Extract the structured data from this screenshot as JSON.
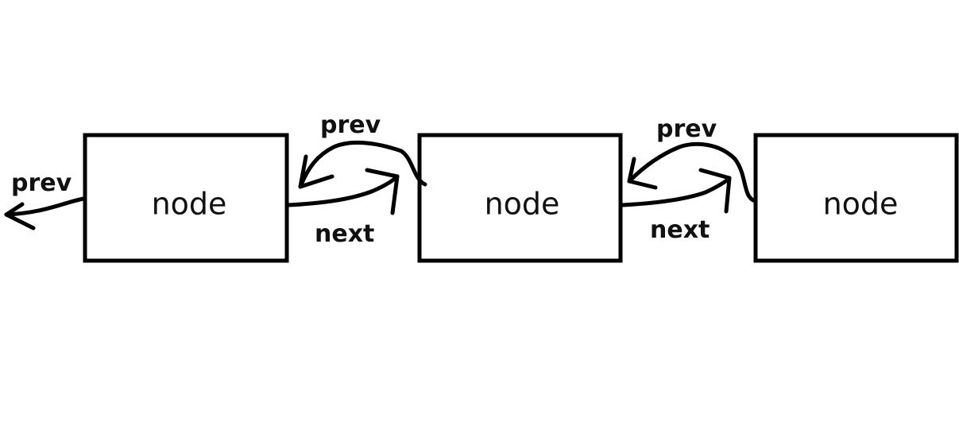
{
  "nodes": [
    {
      "label": "node"
    },
    {
      "label": "node"
    },
    {
      "label": "node"
    }
  ],
  "links": {
    "head_prev": {
      "label": "prev"
    },
    "prev_1": {
      "label": "prev"
    },
    "next_1": {
      "label": "next"
    },
    "prev_2": {
      "label": "prev"
    },
    "next_2": {
      "label": "next"
    }
  },
  "colors": {
    "stroke": "#000000",
    "background": "#ffffff"
  }
}
